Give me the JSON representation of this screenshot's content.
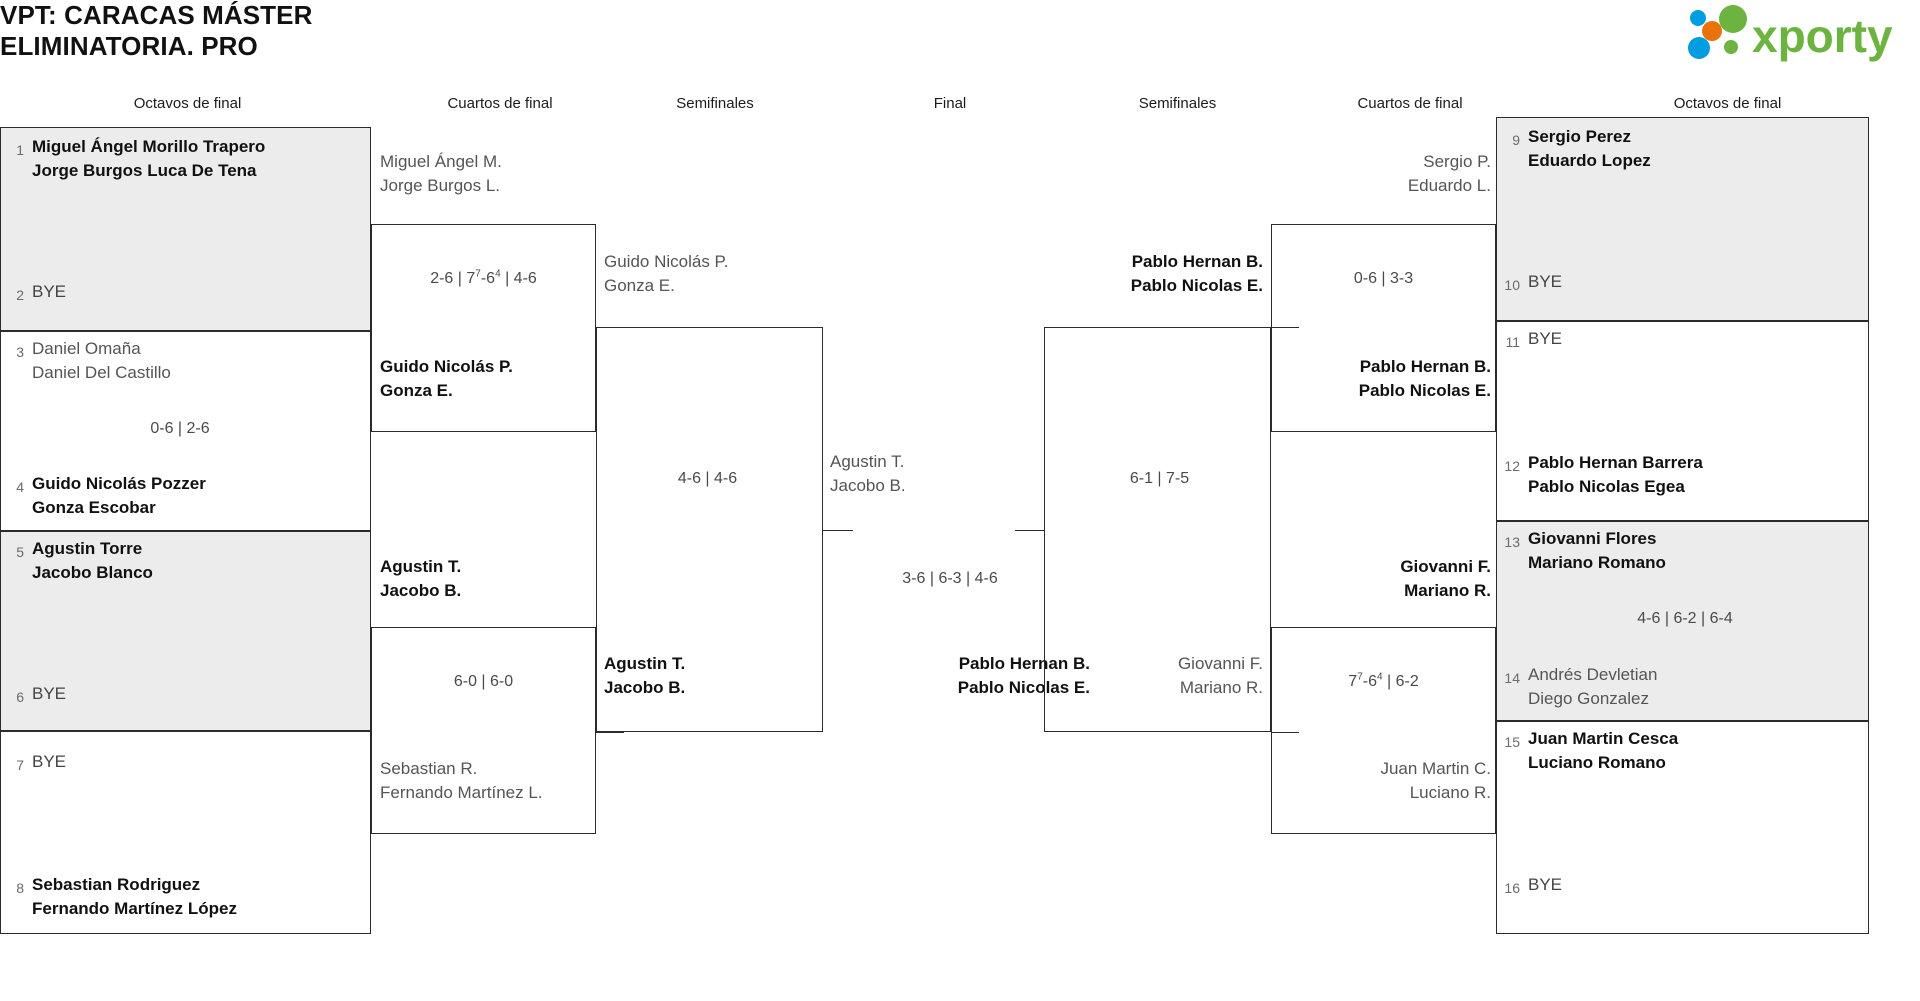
{
  "header": {
    "title_line1": "VPT: CARACAS MÁSTER",
    "title_line2": "ELIMINATORIA. PRO",
    "logo_text": "xporty",
    "logo_colors": {
      "green": "#6cb33f",
      "orange": "#e8730c",
      "blue": "#009ee0"
    }
  },
  "rounds": {
    "octavos_left": "Octavos de final",
    "cuartos_left": "Cuartos de final",
    "semis_left": "Semifinales",
    "final": "Final",
    "semis_right": "Semifinales",
    "cuartos_right": "Cuartos de final",
    "octavos_right": "Octavos de final"
  },
  "labels": {
    "bye": "BYE"
  },
  "colors": {
    "shade": "#ececec",
    "border": "#2b2b2b",
    "winner": "#111111",
    "loser": "#555555"
  },
  "left": {
    "octavos": [
      {
        "shaded": true,
        "top": {
          "seed": "1",
          "line1": "Miguel Ángel Morillo Trapero",
          "line2": "Jorge Burgos Luca De Tena",
          "result": "win"
        },
        "bottom": {
          "seed": "2",
          "line1": "BYE",
          "line2": "",
          "result": "bye"
        },
        "score": ""
      },
      {
        "shaded": false,
        "top": {
          "seed": "3",
          "line1": "Daniel Omaña",
          "line2": "Daniel Del Castillo",
          "result": "lose"
        },
        "bottom": {
          "seed": "4",
          "line1": "Guido Nicolás Pozzer",
          "line2": "Gonza Escobar",
          "result": "win"
        },
        "score": "0-6 | 2-6"
      },
      {
        "shaded": true,
        "top": {
          "seed": "5",
          "line1": "Agustin Torre",
          "line2": "Jacobo Blanco",
          "result": "win"
        },
        "bottom": {
          "seed": "6",
          "line1": "BYE",
          "line2": "",
          "result": "bye"
        },
        "score": ""
      },
      {
        "shaded": false,
        "top": {
          "seed": "7",
          "line1": "BYE",
          "line2": "",
          "result": "bye"
        },
        "bottom": {
          "seed": "8",
          "line1": "Sebastian Rodriguez",
          "line2": "Fernando Martínez López",
          "result": "win"
        },
        "score": ""
      }
    ],
    "cuartos": [
      {
        "top": {
          "line1": "Miguel Ángel M.",
          "line2": "Jorge Burgos L.",
          "result": "lose"
        },
        "bottom": {
          "line1": "Guido Nicolás P.",
          "line2": "Gonza E.",
          "result": "win"
        },
        "score": "2-6 | 7^7-6^4 | 4-6"
      },
      {
        "top": {
          "line1": "Agustin T.",
          "line2": "Jacobo B.",
          "result": "win"
        },
        "bottom": {
          "line1": "Sebastian R.",
          "line2": "Fernando Martínez L.",
          "result": "lose"
        },
        "score": "6-0 | 6-0"
      }
    ],
    "semis": [
      {
        "top": {
          "line1": "Guido Nicolás P.",
          "line2": "Gonza E.",
          "result": "lose"
        },
        "bottom": {
          "line1": "Agustin T.",
          "line2": "Jacobo B.",
          "result": "win"
        },
        "score": "4-6 | 4-6"
      }
    ]
  },
  "final": {
    "left_side": {
      "line1": "Agustin T.",
      "line2": "Jacobo B.",
      "result": "lose"
    },
    "right_side": {
      "line1": "Pablo Hernan B.",
      "line2": "Pablo Nicolas E.",
      "result": "win"
    },
    "score": "3-6 | 6-3 | 4-6"
  },
  "right": {
    "octavos": [
      {
        "shaded": true,
        "top": {
          "seed": "9",
          "line1": "Sergio Perez",
          "line2": "Eduardo Lopez",
          "result": "win"
        },
        "bottom": {
          "seed": "10",
          "line1": "BYE",
          "line2": "",
          "result": "bye"
        },
        "score": ""
      },
      {
        "shaded": false,
        "top": {
          "seed": "11",
          "line1": "BYE",
          "line2": "",
          "result": "bye"
        },
        "bottom": {
          "seed": "12",
          "line1": "Pablo Hernan Barrera",
          "line2": "Pablo Nicolas Egea",
          "result": "win"
        },
        "score": ""
      },
      {
        "shaded": true,
        "top": {
          "seed": "13",
          "line1": "Giovanni Flores",
          "line2": "Mariano Romano",
          "result": "win"
        },
        "bottom": {
          "seed": "14",
          "line1": "Andrés Devletian",
          "line2": "Diego Gonzalez",
          "result": "lose"
        },
        "score": "4-6 | 6-2 | 6-4"
      },
      {
        "shaded": false,
        "top": {
          "seed": "15",
          "line1": "Juan Martin Cesca",
          "line2": "Luciano Romano",
          "result": "win"
        },
        "bottom": {
          "seed": "16",
          "line1": "BYE",
          "line2": "",
          "result": "bye"
        },
        "score": ""
      }
    ],
    "cuartos": [
      {
        "top": {
          "line1": "Sergio P.",
          "line2": "Eduardo L.",
          "result": "lose"
        },
        "bottom": {
          "line1": "Pablo Hernan B.",
          "line2": "Pablo Nicolas E.",
          "result": "win"
        },
        "score": "0-6 | 3-3"
      },
      {
        "top": {
          "line1": "Giovanni F.",
          "line2": "Mariano R.",
          "result": "win"
        },
        "bottom": {
          "line1": "Juan Martin C.",
          "line2": "Luciano R.",
          "result": "lose"
        },
        "score": "7^7-6^4 | 6-2"
      }
    ],
    "semis": [
      {
        "top": {
          "line1": "Pablo Hernan B.",
          "line2": "Pablo Nicolas E.",
          "result": "win"
        },
        "bottom": {
          "line1": "Giovanni F.",
          "line2": "Mariano R.",
          "result": "lose"
        },
        "score": "6-1 | 7-5"
      }
    ]
  }
}
